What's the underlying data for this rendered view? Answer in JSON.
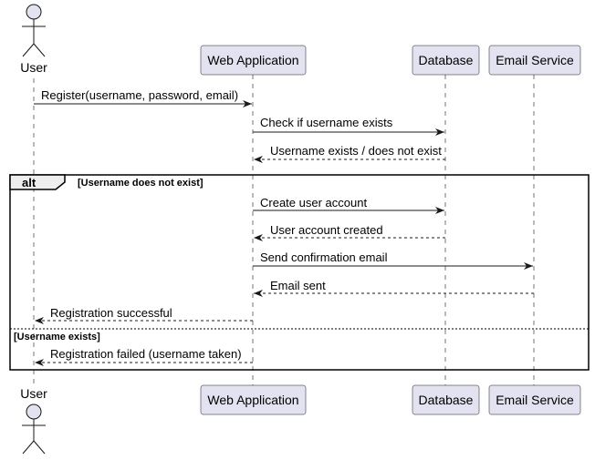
{
  "diagram": {
    "participants": {
      "user": {
        "label": "User",
        "kind": "actor"
      },
      "webapp": {
        "label": "Web Application",
        "kind": "box"
      },
      "db": {
        "label": "Database",
        "kind": "box"
      },
      "email": {
        "label": "Email Service",
        "kind": "box"
      }
    },
    "messages": [
      {
        "text": "Register(username, password, email)",
        "from": "user",
        "to": "webapp",
        "style": "solid"
      },
      {
        "text": "Check if username exists",
        "from": "webapp",
        "to": "db",
        "style": "solid"
      },
      {
        "text": "Username exists / does not exist",
        "from": "db",
        "to": "webapp",
        "style": "dashed"
      },
      {
        "text": "Create user account",
        "from": "webapp",
        "to": "db",
        "style": "solid"
      },
      {
        "text": "User account created",
        "from": "db",
        "to": "webapp",
        "style": "dashed"
      },
      {
        "text": "Send confirmation email",
        "from": "webapp",
        "to": "email",
        "style": "solid"
      },
      {
        "text": "Email sent",
        "from": "email",
        "to": "webapp",
        "style": "dashed"
      },
      {
        "text": "Registration successful",
        "from": "webapp",
        "to": "user",
        "style": "dashed"
      },
      {
        "text": "Registration failed (username taken)",
        "from": "webapp",
        "to": "user",
        "style": "dashed"
      }
    ],
    "alt": {
      "keyword": "alt",
      "guard_main": "[Username does not exist]",
      "guard_else": "[Username exists]"
    },
    "colors": {
      "participant_fill": "#E2E2F0",
      "participant_stroke": "#181818",
      "lifeline": "#181818",
      "frame": "#000000",
      "alt_tab_fill": "#EEEEEE"
    }
  }
}
